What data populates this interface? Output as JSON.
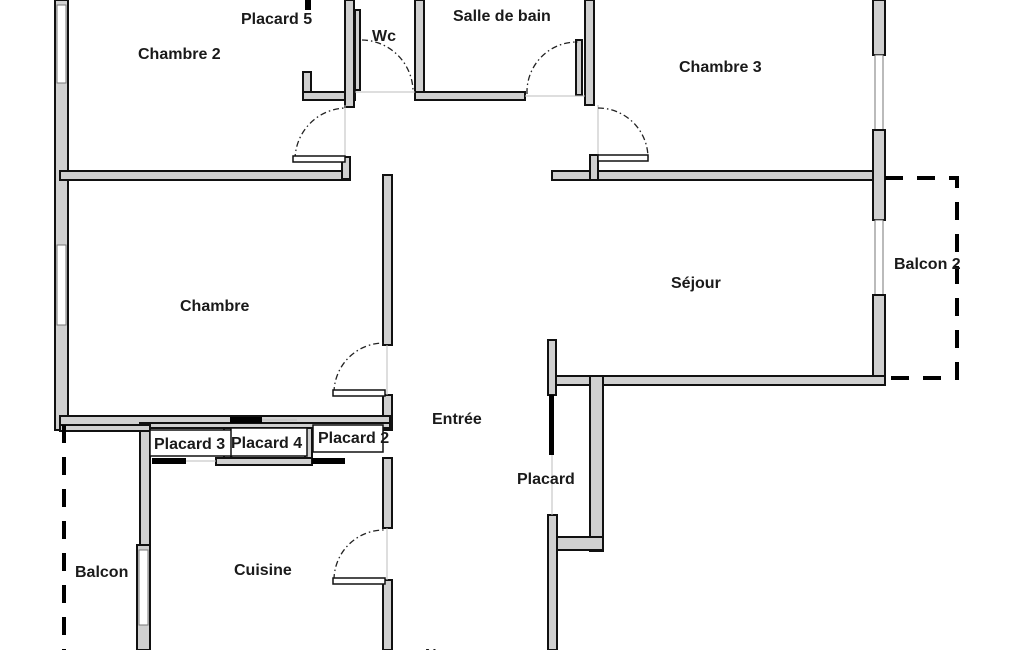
{
  "rooms": {
    "placard5": "Placard 5",
    "wc": "Wc",
    "salle_de_bain": "Salle de bain",
    "chambre2": "Chambre 2",
    "chambre3": "Chambre 3",
    "chambre": "Chambre",
    "sejour": "Séjour",
    "balcon2": "Balcon 2",
    "entree": "Entrée",
    "placard": "Placard",
    "placard3": "Placard 3",
    "placard4": "Placard 4",
    "placard2": "Placard 2",
    "cuisine": "Cuisine",
    "balcon": "Balcon",
    "bottom_fragment": "Ne"
  },
  "colors": {
    "wall_fill": "#d0d0d0",
    "wall_stroke": "#111111",
    "balcony_outline": "#000000"
  }
}
